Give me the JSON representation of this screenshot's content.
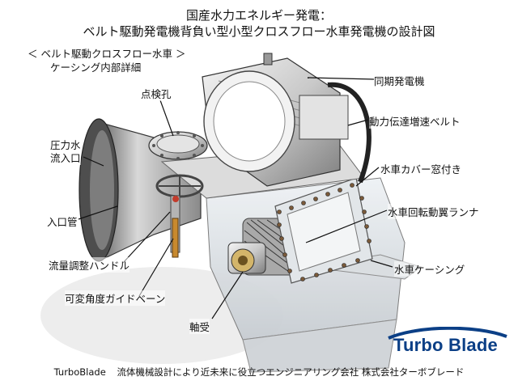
{
  "header": {
    "title_line1": "国産水力エネルギー発電：",
    "title_line2": "ベルト駆動発電機背負い型小型クロスフロー水車発電機の設計図",
    "subtitle_line1": "＜ ベルト駆動クロスフロー水車 ＞",
    "subtitle_line2": "ケーシング内部詳細"
  },
  "labels": {
    "inspection_hole": "点検孔",
    "pressure_inlet": "圧力水\n流入口",
    "inlet_pipe": "入口管",
    "flow_handle": "流量調整ハンドル",
    "guide_vane": "可変角度ガイドベーン",
    "bearing": "軸受",
    "generator": "同期発電機",
    "belt": "動力伝達増速ベルト",
    "runner_cover": "水車カバー窓付き",
    "runner": "水車回転動翼ランナ",
    "casing": "水車ケーシング"
  },
  "logo": {
    "text": "Turbo Blade",
    "color": "#0b3f86"
  },
  "footer": {
    "brand": "TurboBlade",
    "text": "流体機械設計により近未来に役立つエンジニアリング会社  株式会社ターボブレード"
  }
}
